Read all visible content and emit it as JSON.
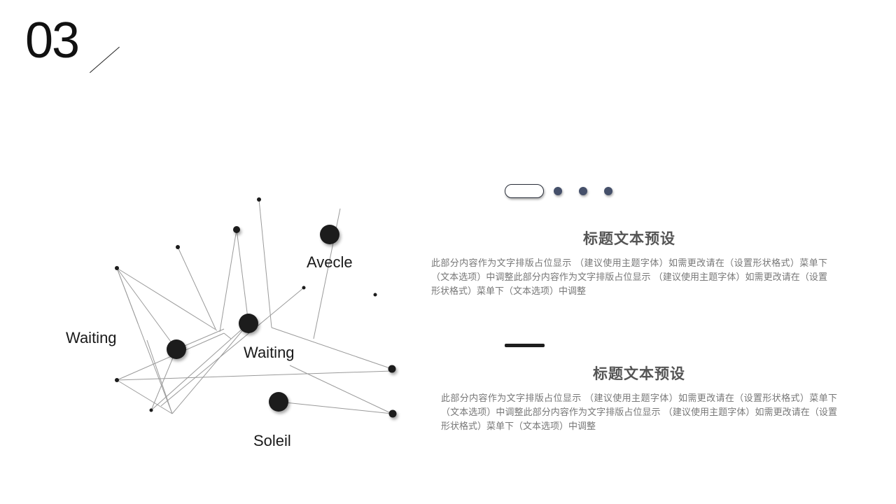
{
  "slide": {
    "section_number": "03"
  },
  "network": {
    "labels": {
      "waiting_left": "Waiting",
      "waiting_center": "Waiting",
      "avecle": "Avecle",
      "soleil": "Soleil"
    }
  },
  "pager": {
    "page_count": 4,
    "active_index": 0
  },
  "blocks": [
    {
      "title": "标题文本预设",
      "body": "此部分内容作为文字排版占位显示 （建议使用主题字体）如需更改请在（设置形状格式）菜单下（文本选项）中调整此部分内容作为文字排版占位显示 （建议使用主题字体）如需更改请在（设置形状格式）菜单下（文本选项）中调整"
    },
    {
      "title": "标题文本预设",
      "body": "此部分内容作为文字排版占位显示 （建议使用主题字体）如需更改请在（设置形状格式）菜单下（文本选项）中调整此部分内容作为文字排版占位显示 （建议使用主题字体）如需更改请在（设置形状格式）菜单下（文本选项）中调整"
    }
  ],
  "colors": {
    "node": "#1c1c1c",
    "line": "#9a9a9a",
    "pager_dot": "#45506a",
    "title_text": "#555555",
    "body_text": "#777777"
  }
}
